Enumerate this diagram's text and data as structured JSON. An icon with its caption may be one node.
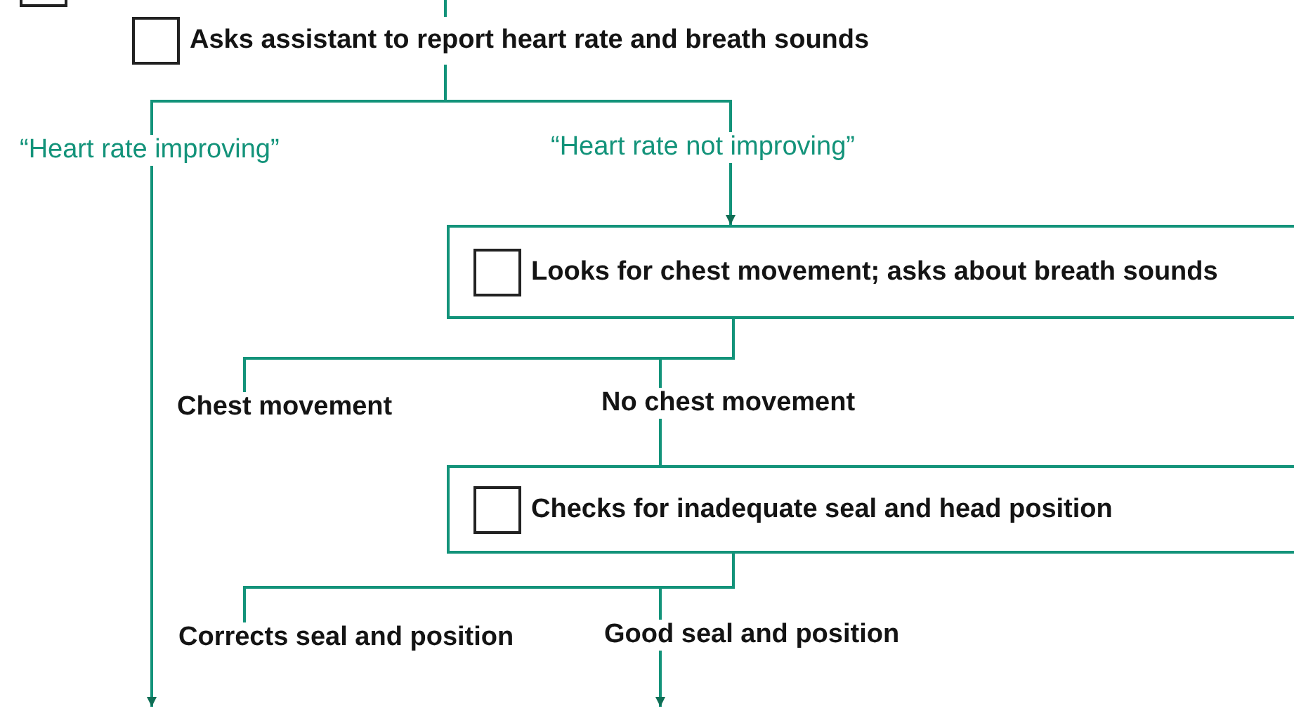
{
  "diagram": {
    "nodes": [
      {
        "text": [
          "Asks assistant to report heart rate and breath sounds"
        ]
      },
      {
        "text": [
          "“Heart rate improving”"
        ]
      },
      {
        "text": [
          "“Heart rate not improving”"
        ]
      },
      {
        "text": [
          "Looks for chest movement; asks about breath sounds"
        ]
      },
      {
        "text": [
          "Chest movement"
        ]
      },
      {
        "text": [
          "No chest movement"
        ]
      },
      {
        "text": [
          "Checks for inadequate seal and head position"
        ]
      },
      {
        "text": [
          "Corrects seal and position"
        ]
      },
      {
        "text": [
          "Good seal and position"
        ]
      }
    ],
    "edges": [
      {
        "from": null,
        "to": 0,
        "arrow": "none"
      },
      {
        "from": 0,
        "to": 1,
        "arrow": "none"
      },
      {
        "from": 0,
        "to": 2,
        "arrow": "none"
      },
      {
        "from": 2,
        "to": 3,
        "arrow": "to"
      },
      {
        "from": 1,
        "to": null,
        "arrow": "to"
      },
      {
        "from": 3,
        "to": 4,
        "arrow": "none"
      },
      {
        "from": 3,
        "to": 5,
        "arrow": "none"
      },
      {
        "from": 5,
        "to": 6,
        "arrow": "none"
      },
      {
        "from": 6,
        "to": 7,
        "arrow": "none"
      },
      {
        "from": 6,
        "to": 8,
        "arrow": "none"
      },
      {
        "from": 8,
        "to": null,
        "arrow": "to"
      }
    ]
  }
}
